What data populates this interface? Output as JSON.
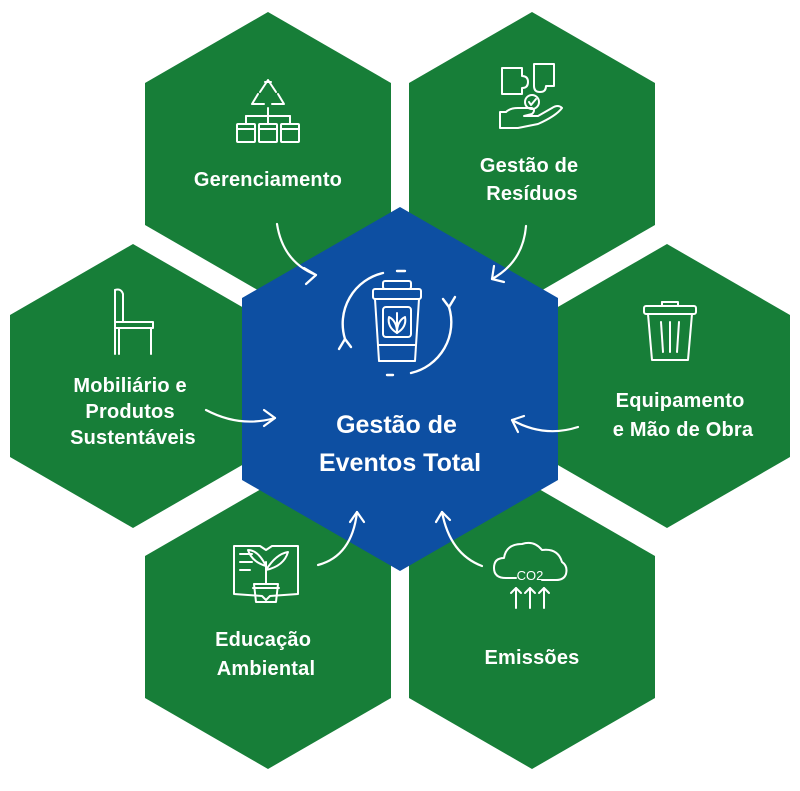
{
  "colors": {
    "hexagon_green": "#177E38",
    "center_blue": "#0D4FA2",
    "text": "#FFFFFF"
  },
  "center": {
    "label_line1": "Gestão de",
    "label_line2": "Eventos Total",
    "icon": "recycling-bin-icon"
  },
  "nodes": [
    {
      "id": "gerenciamento",
      "lines": [
        "Gerenciamento"
      ],
      "icon": "recycle-network-icon"
    },
    {
      "id": "gestao-residuos",
      "lines": [
        "Gestão de",
        "Resíduos"
      ],
      "icon": "puzzle-hand-icon"
    },
    {
      "id": "equipamento",
      "lines": [
        "Equipamento",
        "e Mão de Obra"
      ],
      "icon": "trash-can-icon"
    },
    {
      "id": "emissoes",
      "lines": [
        "Emissões"
      ],
      "icon": "co2-cloud-icon",
      "icon_text": "CO2"
    },
    {
      "id": "educacao",
      "lines": [
        "Educação",
        "Ambiental"
      ],
      "icon": "book-plant-icon"
    },
    {
      "id": "mobiliario",
      "lines": [
        "Mobiliário e",
        "Produtos",
        "Sustentáveis"
      ],
      "icon": "chair-icon"
    }
  ]
}
